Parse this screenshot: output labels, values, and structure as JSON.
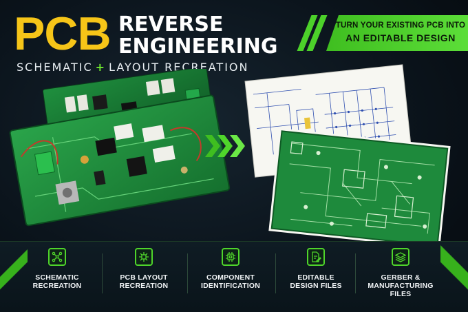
{
  "header": {
    "title_main": "PCB",
    "title_line1": "REVERSE",
    "title_line2": "ENGINEERING",
    "subtitle_left": "SCHEMATIC",
    "subtitle_plus": "+",
    "subtitle_right": "LAYOUT RECREATION"
  },
  "banner": {
    "line1": "TURN YOUR EXISTING PCB INTO",
    "line2": "AN EDITABLE DESIGN"
  },
  "features": [
    {
      "line1": "SCHEMATIC",
      "line2": "RECREATION",
      "icon": "schematic-icon"
    },
    {
      "line1": "PCB LAYOUT",
      "line2": "RECREATION",
      "icon": "circuit-icon"
    },
    {
      "line1": "COMPONENT",
      "line2": "IDENTIFICATION",
      "icon": "chip-icon"
    },
    {
      "line1": "EDITABLE",
      "line2": "DESIGN FILES",
      "icon": "document-edit-icon"
    },
    {
      "line1": "GERBER &",
      "line2": "MANUFACTURING FILES",
      "icon": "layers-icon"
    }
  ],
  "colors": {
    "accent_yellow": "#f6c518",
    "accent_green": "#4fd52b",
    "background": "#0b141c",
    "pcb_green": "#1f8a3a"
  }
}
